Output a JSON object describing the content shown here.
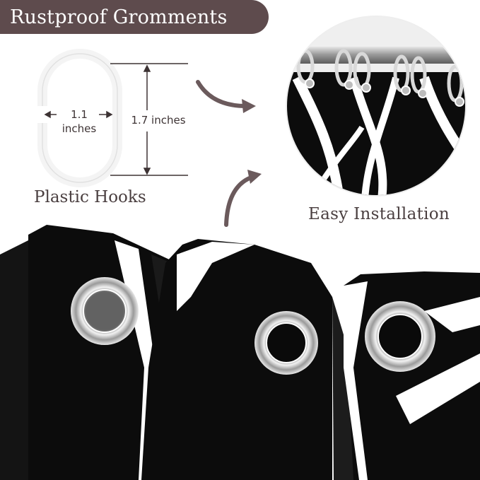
{
  "banner": {
    "title": "Rustproof Gromments"
  },
  "hook": {
    "label": "Plastic Hooks",
    "width_value": "1.1",
    "width_unit": "inches",
    "height_text": "1.7 inches"
  },
  "installation": {
    "label": "Easy Installation"
  },
  "colors": {
    "banner_bg": "#5e4b4d",
    "curtain": "#0c0c0c",
    "pattern": "#ffffff",
    "grommet": "#c9c9c9",
    "arrow": "#6b5a5c"
  },
  "icons": [
    "hook-ring-icon",
    "curved-arrow-icon",
    "grommet-icon"
  ]
}
